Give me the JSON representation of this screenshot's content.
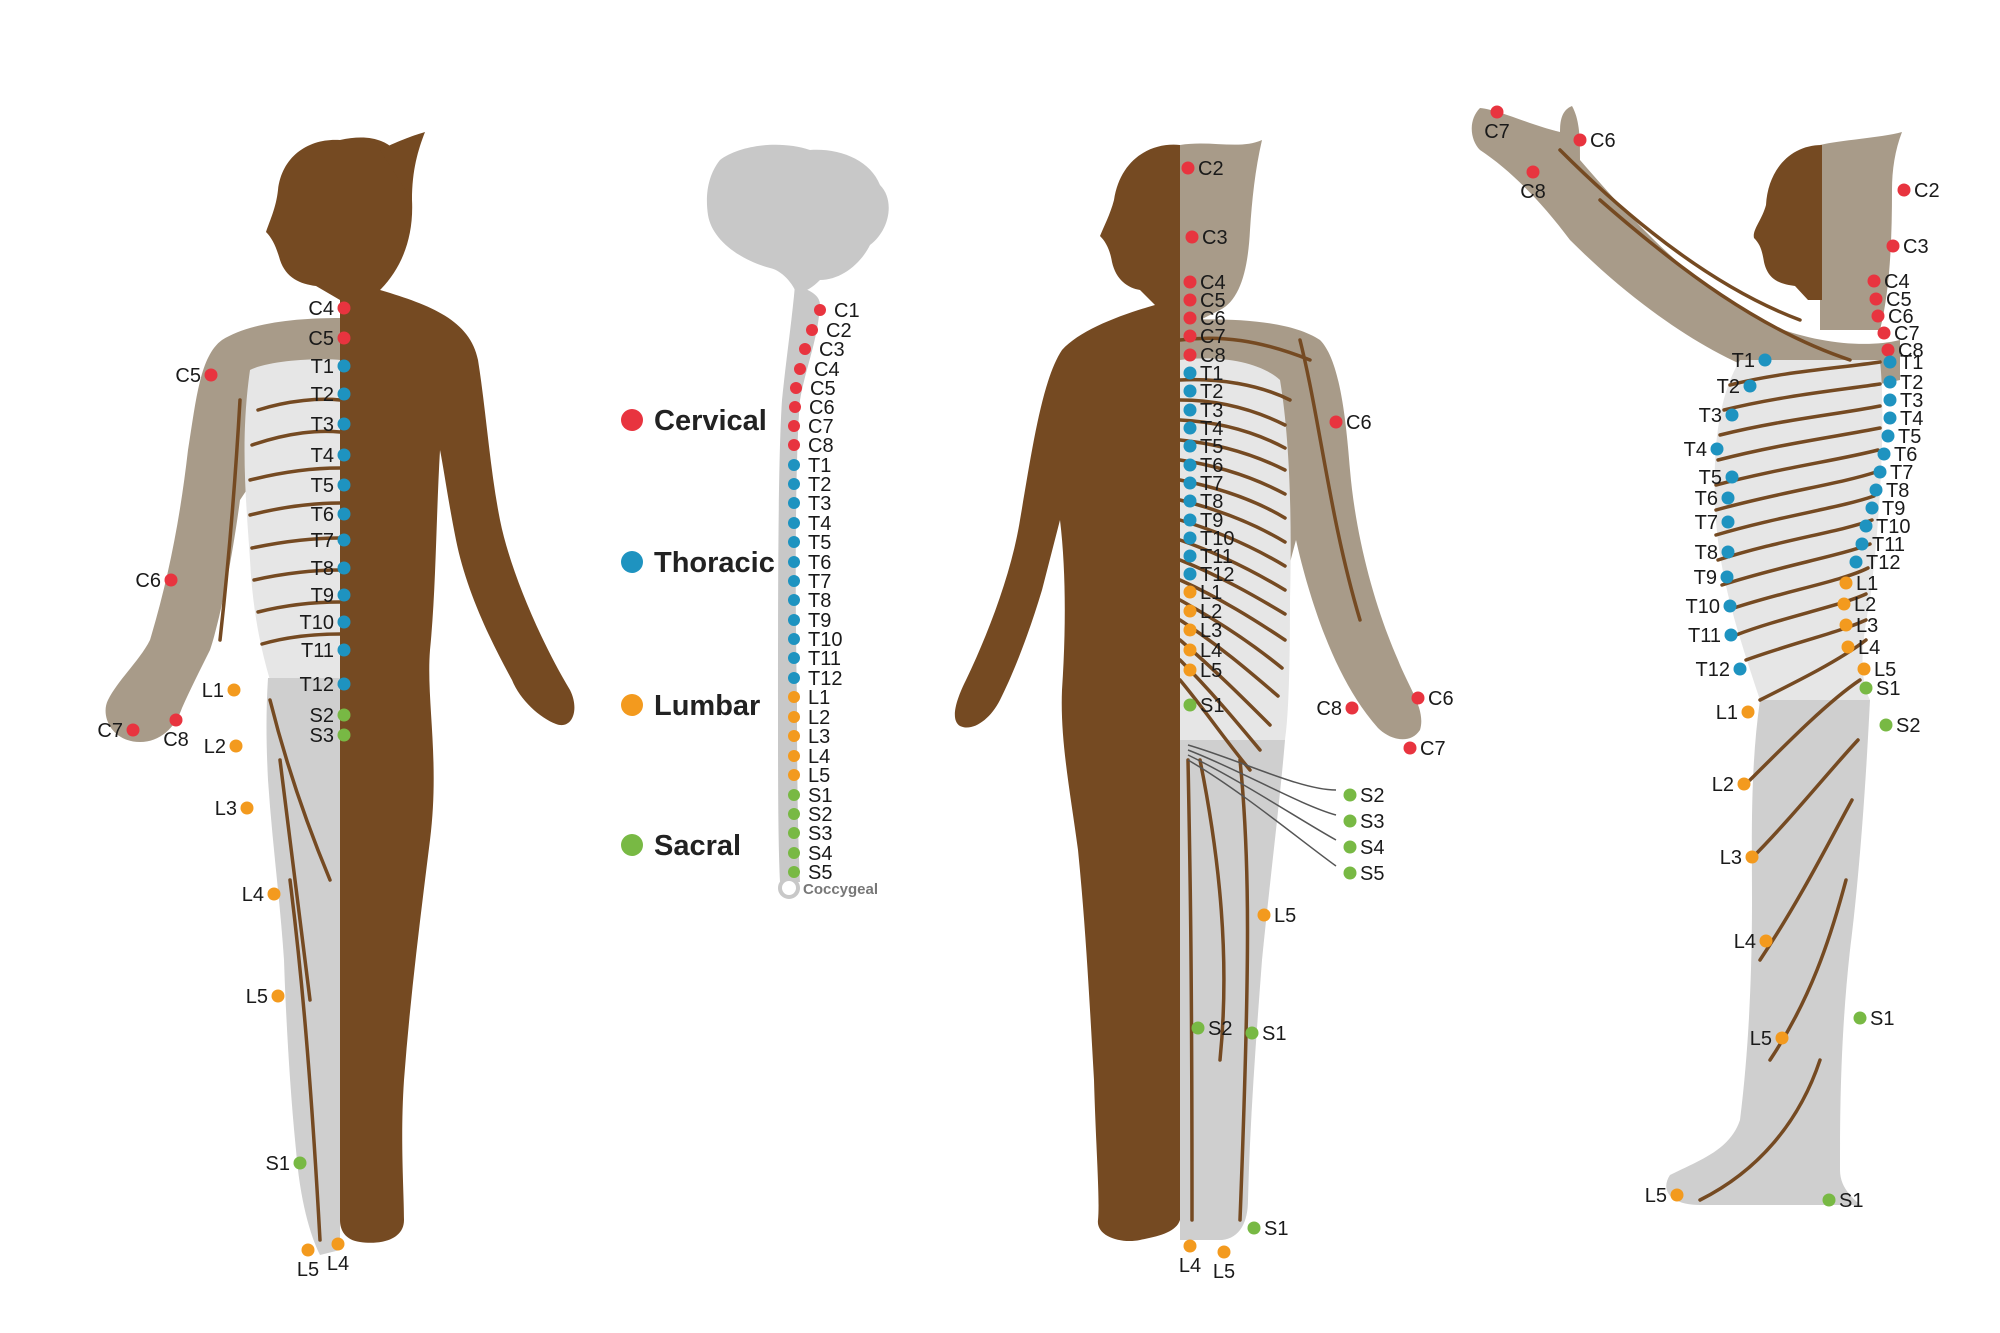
{
  "legend": [
    {
      "label": "Cervical",
      "color": "#E8343F"
    },
    {
      "label": "Thoracic",
      "color": "#1E93C0"
    },
    {
      "label": "Lumbar",
      "color": "#F39A1E"
    },
    {
      "label": "Sacral",
      "color": "#78B944"
    }
  ],
  "spine": {
    "segments": [
      {
        "label": "C1",
        "group": "Cervical"
      },
      {
        "label": "C2",
        "group": "Cervical"
      },
      {
        "label": "C3",
        "group": "Cervical"
      },
      {
        "label": "C4",
        "group": "Cervical"
      },
      {
        "label": "C5",
        "group": "Cervical"
      },
      {
        "label": "C6",
        "group": "Cervical"
      },
      {
        "label": "C7",
        "group": "Cervical"
      },
      {
        "label": "C8",
        "group": "Cervical"
      },
      {
        "label": "T1",
        "group": "Thoracic"
      },
      {
        "label": "T2",
        "group": "Thoracic"
      },
      {
        "label": "T3",
        "group": "Thoracic"
      },
      {
        "label": "T4",
        "group": "Thoracic"
      },
      {
        "label": "T5",
        "group": "Thoracic"
      },
      {
        "label": "T6",
        "group": "Thoracic"
      },
      {
        "label": "T7",
        "group": "Thoracic"
      },
      {
        "label": "T8",
        "group": "Thoracic"
      },
      {
        "label": "T9",
        "group": "Thoracic"
      },
      {
        "label": "T10",
        "group": "Thoracic"
      },
      {
        "label": "T11",
        "group": "Thoracic"
      },
      {
        "label": "T12",
        "group": "Thoracic"
      },
      {
        "label": "L1",
        "group": "Lumbar"
      },
      {
        "label": "L2",
        "group": "Lumbar"
      },
      {
        "label": "L3",
        "group": "Lumbar"
      },
      {
        "label": "L4",
        "group": "Lumbar"
      },
      {
        "label": "L5",
        "group": "Lumbar"
      },
      {
        "label": "S1",
        "group": "Sacral"
      },
      {
        "label": "S2",
        "group": "Sacral"
      },
      {
        "label": "S3",
        "group": "Sacral"
      },
      {
        "label": "S4",
        "group": "Sacral"
      },
      {
        "label": "S5",
        "group": "Sacral"
      }
    ],
    "coccygeal_label": "Coccygeal"
  },
  "front_view": {
    "markers": [
      {
        "label": "C4",
        "group": "Cervical"
      },
      {
        "label": "C5",
        "group": "Cervical"
      },
      {
        "label": "C5",
        "group": "Cervical"
      },
      {
        "label": "C6",
        "group": "Cervical"
      },
      {
        "label": "C7",
        "group": "Cervical"
      },
      {
        "label": "C8",
        "group": "Cervical"
      },
      {
        "label": "T1",
        "group": "Thoracic"
      },
      {
        "label": "T2",
        "group": "Thoracic"
      },
      {
        "label": "T3",
        "group": "Thoracic"
      },
      {
        "label": "T4",
        "group": "Thoracic"
      },
      {
        "label": "T5",
        "group": "Thoracic"
      },
      {
        "label": "T6",
        "group": "Thoracic"
      },
      {
        "label": "T7",
        "group": "Thoracic"
      },
      {
        "label": "T8",
        "group": "Thoracic"
      },
      {
        "label": "T9",
        "group": "Thoracic"
      },
      {
        "label": "T10",
        "group": "Thoracic"
      },
      {
        "label": "T11",
        "group": "Thoracic"
      },
      {
        "label": "T12",
        "group": "Thoracic"
      },
      {
        "label": "L1",
        "group": "Lumbar"
      },
      {
        "label": "L2",
        "group": "Lumbar"
      },
      {
        "label": "L3",
        "group": "Lumbar"
      },
      {
        "label": "L4",
        "group": "Lumbar"
      },
      {
        "label": "L5",
        "group": "Lumbar"
      },
      {
        "label": "L5",
        "group": "Lumbar"
      },
      {
        "label": "L4",
        "group": "Lumbar"
      },
      {
        "label": "S2",
        "group": "Sacral"
      },
      {
        "label": "S3",
        "group": "Sacral"
      },
      {
        "label": "S1",
        "group": "Sacral"
      }
    ]
  },
  "back_view": {
    "markers": [
      {
        "label": "C2",
        "group": "Cervical"
      },
      {
        "label": "C3",
        "group": "Cervical"
      },
      {
        "label": "C4",
        "group": "Cervical"
      },
      {
        "label": "C5",
        "group": "Cervical"
      },
      {
        "label": "C6",
        "group": "Cervical"
      },
      {
        "label": "C7",
        "group": "Cervical"
      },
      {
        "label": "C8",
        "group": "Cervical"
      },
      {
        "label": "T1",
        "group": "Thoracic"
      },
      {
        "label": "T2",
        "group": "Thoracic"
      },
      {
        "label": "T3",
        "group": "Thoracic"
      },
      {
        "label": "T4",
        "group": "Thoracic"
      },
      {
        "label": "T5",
        "group": "Thoracic"
      },
      {
        "label": "T6",
        "group": "Thoracic"
      },
      {
        "label": "T7",
        "group": "Thoracic"
      },
      {
        "label": "T8",
        "group": "Thoracic"
      },
      {
        "label": "T9",
        "group": "Thoracic"
      },
      {
        "label": "T10",
        "group": "Thoracic"
      },
      {
        "label": "T11",
        "group": "Thoracic"
      },
      {
        "label": "T12",
        "group": "Thoracic"
      },
      {
        "label": "L1",
        "group": "Lumbar"
      },
      {
        "label": "L2",
        "group": "Lumbar"
      },
      {
        "label": "L3",
        "group": "Lumbar"
      },
      {
        "label": "L4",
        "group": "Lumbar"
      },
      {
        "label": "L5",
        "group": "Lumbar"
      },
      {
        "label": "S1",
        "group": "Sacral"
      },
      {
        "label": "C6",
        "group": "Cervical"
      },
      {
        "label": "C8",
        "group": "Cervical"
      },
      {
        "label": "C6",
        "group": "Cervical"
      },
      {
        "label": "C7",
        "group": "Cervical"
      },
      {
        "label": "S2",
        "group": "Sacral"
      },
      {
        "label": "S3",
        "group": "Sacral"
      },
      {
        "label": "S4",
        "group": "Sacral"
      },
      {
        "label": "S5",
        "group": "Sacral"
      },
      {
        "label": "L5",
        "group": "Lumbar"
      },
      {
        "label": "S2",
        "group": "Sacral"
      },
      {
        "label": "S1",
        "group": "Sacral"
      },
      {
        "label": "S1",
        "group": "Sacral"
      },
      {
        "label": "L4",
        "group": "Lumbar"
      },
      {
        "label": "L5",
        "group": "Lumbar"
      }
    ]
  },
  "side_view": {
    "markers": [
      {
        "label": "C7",
        "group": "Cervical"
      },
      {
        "label": "C6",
        "group": "Cervical"
      },
      {
        "label": "C8",
        "group": "Cervical"
      },
      {
        "label": "C2",
        "group": "Cervical"
      },
      {
        "label": "C3",
        "group": "Cervical"
      },
      {
        "label": "C4",
        "group": "Cervical"
      },
      {
        "label": "C5",
        "group": "Cervical"
      },
      {
        "label": "C6",
        "group": "Cervical"
      },
      {
        "label": "C7",
        "group": "Cervical"
      },
      {
        "label": "C8",
        "group": "Cervical"
      },
      {
        "label": "T1",
        "group": "Thoracic"
      },
      {
        "label": "T2",
        "group": "Thoracic"
      },
      {
        "label": "T3",
        "group": "Thoracic"
      },
      {
        "label": "T4",
        "group": "Thoracic"
      },
      {
        "label": "T5",
        "group": "Thoracic"
      },
      {
        "label": "T6",
        "group": "Thoracic"
      },
      {
        "label": "T7",
        "group": "Thoracic"
      },
      {
        "label": "T8",
        "group": "Thoracic"
      },
      {
        "label": "T9",
        "group": "Thoracic"
      },
      {
        "label": "T10",
        "group": "Thoracic"
      },
      {
        "label": "T11",
        "group": "Thoracic"
      },
      {
        "label": "T12",
        "group": "Thoracic"
      },
      {
        "label": "L1",
        "group": "Lumbar"
      },
      {
        "label": "L2",
        "group": "Lumbar"
      },
      {
        "label": "L3",
        "group": "Lumbar"
      },
      {
        "label": "L4",
        "group": "Lumbar"
      },
      {
        "label": "L5",
        "group": "Lumbar"
      },
      {
        "label": "S1",
        "group": "Sacral"
      },
      {
        "label": "S2",
        "group": "Sacral"
      },
      {
        "label": "T1",
        "group": "Thoracic"
      },
      {
        "label": "T2",
        "group": "Thoracic"
      },
      {
        "label": "T3",
        "group": "Thoracic"
      },
      {
        "label": "T4",
        "group": "Thoracic"
      },
      {
        "label": "T5",
        "group": "Thoracic"
      },
      {
        "label": "T6",
        "group": "Thoracic"
      },
      {
        "label": "T7",
        "group": "Thoracic"
      },
      {
        "label": "T8",
        "group": "Thoracic"
      },
      {
        "label": "T9",
        "group": "Thoracic"
      },
      {
        "label": "T10",
        "group": "Thoracic"
      },
      {
        "label": "T11",
        "group": "Thoracic"
      },
      {
        "label": "T12",
        "group": "Thoracic"
      },
      {
        "label": "L1",
        "group": "Lumbar"
      },
      {
        "label": "L2",
        "group": "Lumbar"
      },
      {
        "label": "L3",
        "group": "Lumbar"
      },
      {
        "label": "L4",
        "group": "Lumbar"
      },
      {
        "label": "L5",
        "group": "Lumbar"
      },
      {
        "label": "S1",
        "group": "Sacral"
      },
      {
        "label": "L5",
        "group": "Lumbar"
      },
      {
        "label": "S1",
        "group": "Sacral"
      }
    ]
  }
}
